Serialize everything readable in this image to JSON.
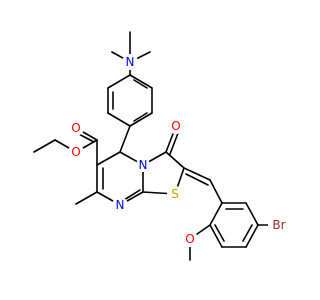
{
  "molecule": {
    "atoms": {
      "n_amine": {
        "text": "N",
        "color": "#0000ff"
      },
      "o_ester_carbonyl": {
        "text": "O",
        "color": "#ff0000"
      },
      "o_ester_ether": {
        "text": "O",
        "color": "#ff0000"
      },
      "o_ketone": {
        "text": "O",
        "color": "#ff0000"
      },
      "n_ring_fused": {
        "text": "N",
        "color": "#0000ff"
      },
      "n_ring_imine": {
        "text": "N",
        "color": "#0000ff"
      },
      "s_ring": {
        "text": "S",
        "color": "#c8a000"
      },
      "br": {
        "text": "Br",
        "color": "#a52a2a"
      },
      "o_methoxy": {
        "text": "O",
        "color": "#ff0000"
      }
    },
    "bond_color": "#000000"
  }
}
